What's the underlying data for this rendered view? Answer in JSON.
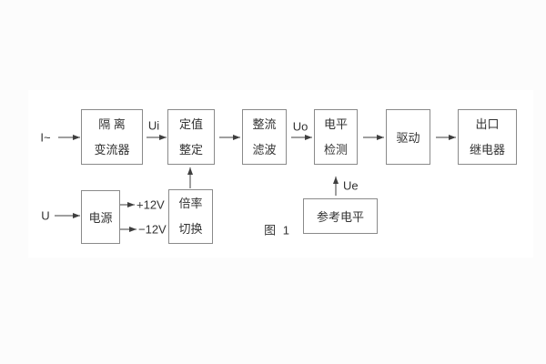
{
  "figure": {
    "caption": "图 1"
  },
  "theme": {
    "page_background": "#fcfcfc",
    "figure_background": "#ffffff",
    "line_color": "#3f3f3f",
    "box_border_color": "#8a8a8a",
    "text_color": "#333333"
  },
  "blocks": {
    "isolation_transformer": {
      "line1": "隔 离",
      "line2": "变流器"
    },
    "setting_adjust": {
      "line1": "定值",
      "line2": "整定"
    },
    "rectifier_filter": {
      "line1": "整流",
      "line2": "滤波"
    },
    "level_detect": {
      "line1": "电平",
      "line2": "检测"
    },
    "drive": {
      "line1": "驱动"
    },
    "output_relay": {
      "line1": "出口",
      "line2": "继电器"
    },
    "power_supply": {
      "line1": "电源"
    },
    "ratio_switch": {
      "line1": "倍率",
      "line2": "切换"
    },
    "reference_level": {
      "line1": "参考电平"
    }
  },
  "signals": {
    "input_current": "I~",
    "input_voltage": "U",
    "ui": "Ui",
    "uo": "Uo",
    "ue": "Ue",
    "plus_12v": "+12V",
    "minus_12v": "−12V"
  }
}
